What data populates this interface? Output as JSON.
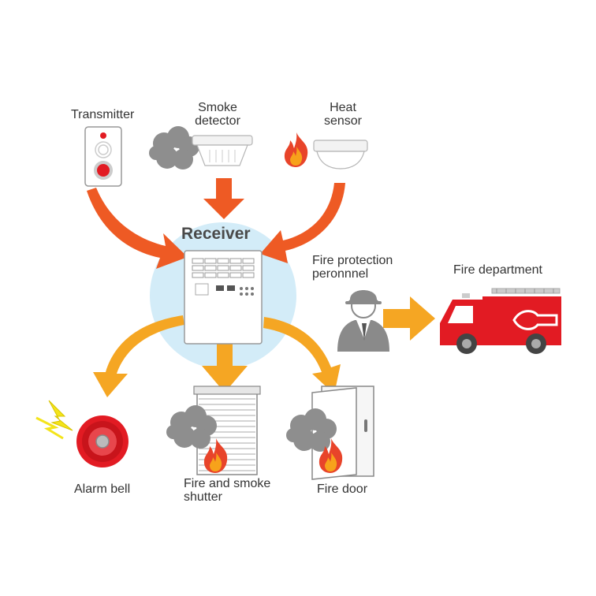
{
  "labels": {
    "transmitter": "Transmitter",
    "smoke_detector": "Smoke\ndetector",
    "heat_sensor": "Heat\nsensor",
    "receiver": "Receiver",
    "fire_protection_personnel": "Fire protection\nperonnnel",
    "fire_department": "Fire department",
    "alarm_bell": "Alarm bell",
    "fire_smoke_shutter": "Fire and smoke\nshutter",
    "fire_door": "Fire door"
  },
  "colors": {
    "input_arrow": "#ee5a24",
    "output_arrow": "#f5a623",
    "receiver_glow": "#d3ecf8",
    "smoke": "#8e8e8e",
    "flame_outer": "#e8442a",
    "flame_inner": "#f7a21b",
    "fire_truck": "#e21b23",
    "alarm_bell": "#e21b23",
    "spark": "#f4e41a",
    "text": "#333333"
  },
  "icons": [
    "transmitter-icon",
    "smoke-detector-icon",
    "heat-sensor-icon",
    "receiver-panel-icon",
    "firefighter-icon",
    "fire-truck-icon",
    "alarm-bell-icon",
    "shutter-icon",
    "fire-door-icon",
    "smoke-icon",
    "flame-icon",
    "spark-icon"
  ]
}
